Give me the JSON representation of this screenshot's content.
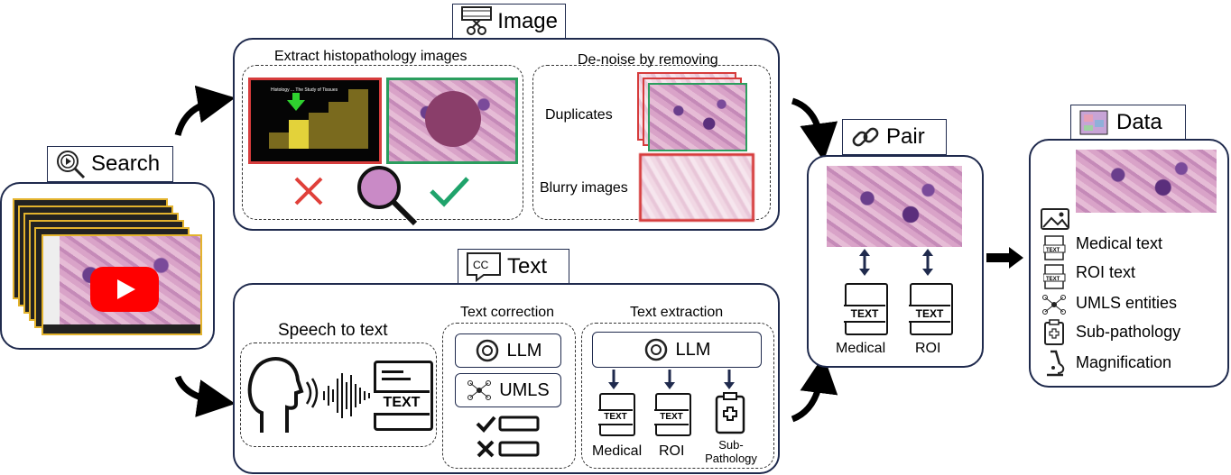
{
  "search": {
    "tag": "Search"
  },
  "image": {
    "tag": "Image",
    "extract_title": "Extract histopathology images",
    "slide_title": "Histology ... The Study of Tissues",
    "denoise_title": "De-noise by removing",
    "duplicates": "Duplicates",
    "blurry": "Blurry images"
  },
  "text": {
    "tag": "Text",
    "speech_to_text": "Speech to text",
    "text_word": "TEXT",
    "correction_title": "Text correction",
    "llm": "LLM",
    "umls": "UMLS",
    "extraction_title": "Text extraction",
    "medical": "Medical",
    "roi": "ROI",
    "sub_pathology": "Sub-Pathology"
  },
  "pair": {
    "tag": "Pair",
    "medical": "Medical",
    "roi": "ROI"
  },
  "data": {
    "tag": "Data",
    "items": [
      "Medical text",
      "ROI text",
      "UMLS entities",
      "Sub-pathology",
      "Magnification"
    ]
  },
  "colors": {
    "border": "#1f2a4d",
    "red": "#e0403a",
    "green": "#1fa36b",
    "youtube": "#ff0000"
  }
}
